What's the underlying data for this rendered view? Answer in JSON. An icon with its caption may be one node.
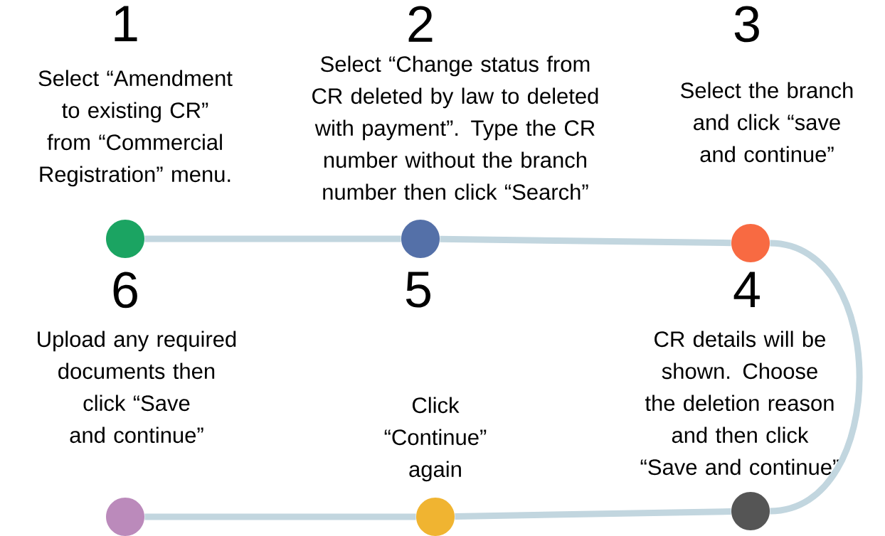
{
  "diagram": {
    "nodes": [
      {
        "text": [],
        "shape": "circle",
        "beside": [
          "Select “Amendment to existing CR” from “Commercial Registration” menu."
        ]
      },
      {
        "text": [],
        "shape": "circle",
        "beside": [
          "Select “Change status from CR deleted by law to deleted with payment”. Type the CR number without the branch number then click “Search”"
        ]
      },
      {
        "text": [],
        "shape": "circle",
        "beside": [
          "Select the branch and click “save and continue”"
        ]
      },
      {
        "text": [],
        "shape": "circle",
        "beside": [
          "CR details will be shown. Choose the deletion reason and then click “Save and continue”"
        ]
      },
      {
        "text": [],
        "shape": "circle",
        "beside": [
          "Click “Continue” again"
        ]
      },
      {
        "text": [],
        "shape": "circle",
        "beside": [
          "Upload any required documents then click “Save and continue”"
        ]
      }
    ],
    "edges": [
      {
        "from": 0,
        "to": 1,
        "arrow": "none"
      },
      {
        "from": 1,
        "to": 2,
        "arrow": "none"
      },
      {
        "from": 2,
        "to": 3,
        "arrow": "none"
      },
      {
        "from": 3,
        "to": 4,
        "arrow": "none"
      },
      {
        "from": 4,
        "to": 5,
        "arrow": "none"
      }
    ],
    "labels": [
      "1",
      "2",
      "3",
      "6",
      "5",
      "4"
    ]
  }
}
